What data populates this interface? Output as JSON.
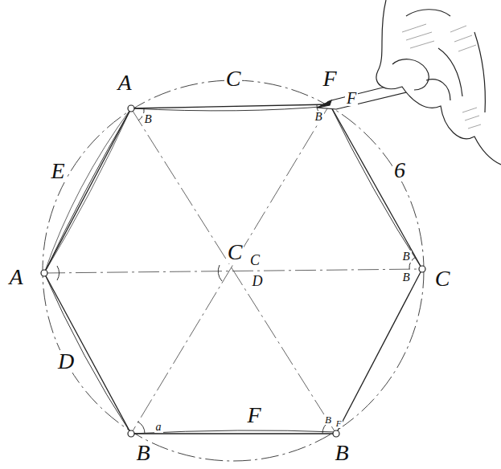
{
  "diagram": {
    "labels": [
      "A",
      "C",
      "F",
      "F",
      "B",
      "B",
      "E",
      "6",
      "A",
      "C",
      "C",
      "D",
      "B",
      "B",
      "C",
      "D",
      "a",
      "F",
      "B",
      "F",
      "B",
      "B"
    ]
  }
}
